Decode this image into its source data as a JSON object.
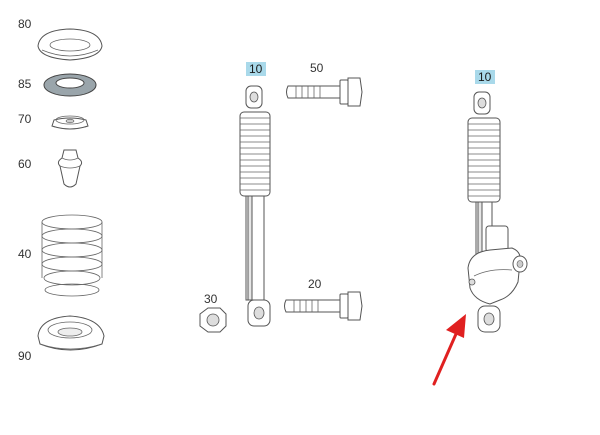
{
  "labels": {
    "p80": "80",
    "p85": "85",
    "p70": "70",
    "p60": "60",
    "p40": "40",
    "p90": "90",
    "p10a": "10",
    "p50": "50",
    "p30": "30",
    "p20": "20",
    "p10b": "10"
  },
  "colors": {
    "highlight_box": "#a9d9ea",
    "arrow": "#e02020",
    "line": "#555555"
  }
}
